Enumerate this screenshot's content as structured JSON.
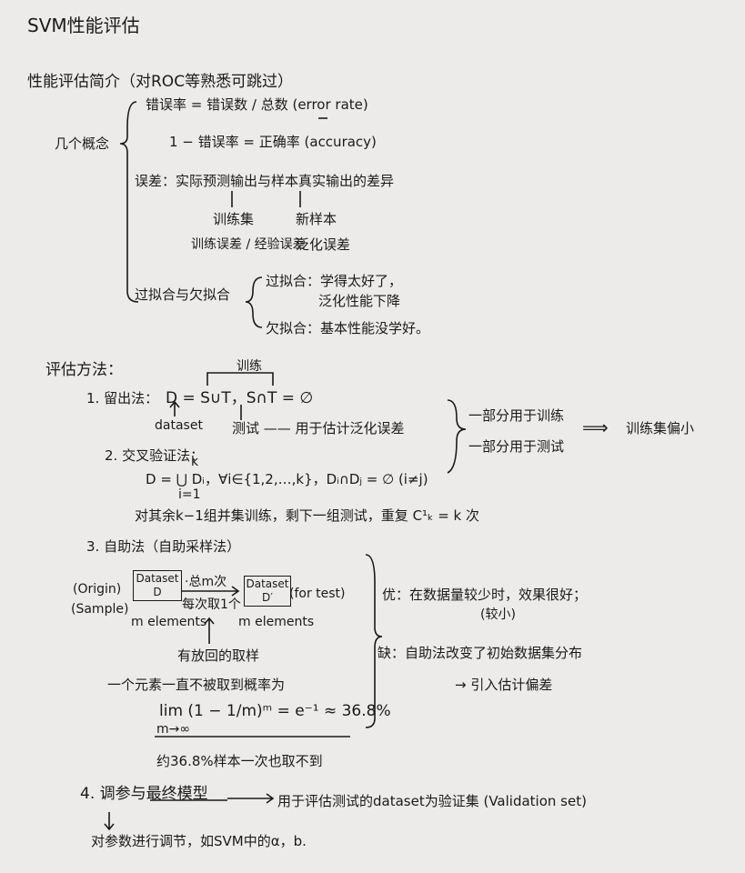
{
  "title": "SVM性能评估",
  "sections": {
    "intro": {
      "heading": "性能评估简介（对ROC等熟悉可跳过）",
      "group_label": "几个概念",
      "error_rate": "错误率 = 错误数 / 总数 (error rate)",
      "accuracy": "1 − 错误率 = 正确率 (accuracy)",
      "error_def": "误差：实际预测输出与样本真实输出的差异",
      "training_set": "训练集",
      "new_sample": "新样本",
      "training_error": "训练误差 / 经验误差",
      "generalization_error": "泛化误差",
      "fit_label": "过拟合与欠拟合",
      "overfit": "过拟合：学得太好了，",
      "overfit_2": "泛化性能下降",
      "underfit": "欠拟合：基本性能没学好。"
    },
    "methods": {
      "heading": "评估方法：",
      "holdout_label": "1. 留出法：",
      "holdout_formula": "D = S∪T，S∩T = ∅",
      "train_tag": "训练",
      "dataset_tag": "dataset",
      "test_tag": "测试 —— 用于估计泛化误差",
      "split_1": "一部分用于训练",
      "split_2": "一部分用于测试",
      "arrow": "⟹",
      "conclusion": "训练集偏小",
      "cv_label": "2. 交叉验证法：",
      "cv_formula": "D = ⋃ Dᵢ，∀i∈{1,2,…,k}，Dᵢ∩Dⱼ = ∅ (i≠j)",
      "cv_upper": "k",
      "cv_lower": "i=1",
      "cv_note": "对其余k−1组并集训练，剩下一组测试，重复 C¹ₖ = k 次",
      "bootstrap_label": "3. 自助法（自助采样法）",
      "origin": "(Origin)",
      "sample": "(Sample)",
      "box_left": "Dataset D",
      "arrow_top": "·总m次",
      "arrow_bottom": "每次取1个",
      "box_right": "Dataset D′",
      "for_test": "(for test)",
      "m_left": "m elements",
      "m_right": "m elements",
      "replacement": "有放回的取样",
      "prob_note": "一个元素一直不被取到概率为",
      "limit": "lim (1 − 1/m)ᵐ = e⁻¹ ≈ 36.8%",
      "limit_sub": "m→∞",
      "result": "约36.8%样本一次也取不到",
      "pro": "优：在数据量较少时，效果很好；",
      "pro_2": "(较小)",
      "con": "缺：自助法改变了初始数据集分布",
      "con_2": "→ 引入估计偏差",
      "tuning": "4. 调参与最终模型",
      "validation": "用于评估测试的dataset为验证集 (Validation set)",
      "tuning_note": "对参数进行调节，如SVM中的α，b."
    }
  }
}
